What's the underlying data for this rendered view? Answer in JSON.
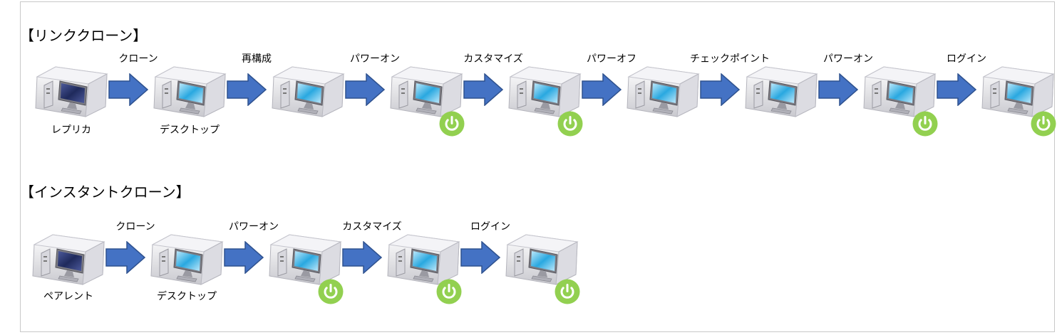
{
  "rows": [
    {
      "title": "【リンククローン】",
      "source_label": "レプリカ",
      "desktop_label": "デスクトップ",
      "steps": [
        "クローン",
        "再構成",
        "パワーオン",
        "カスタマイズ",
        "パワーオフ",
        "チェックポイント",
        "パワーオン",
        "ログイン"
      ],
      "powered_on": [
        false,
        false,
        false,
        true,
        true,
        false,
        false,
        true,
        true
      ]
    },
    {
      "title": "【インスタントクローン】",
      "source_label": "ペアレント",
      "desktop_label": "デスクトップ",
      "steps": [
        "クローン",
        "パワーオン",
        "カスタマイズ",
        "ログイン"
      ],
      "powered_on": [
        false,
        false,
        true,
        true,
        true
      ]
    }
  ],
  "colors": {
    "arrow_fill": "#4472c4",
    "arrow_stroke": "#2f528f",
    "power_icon": "#92d050",
    "screen_source": "#1f2a5c",
    "screen_clone": "#29a8e0",
    "frame_border": "#c8c8c8"
  },
  "icons": {
    "vm": "virtual-machine-icon",
    "arrow": "right-arrow-icon",
    "power": "power-icon"
  }
}
